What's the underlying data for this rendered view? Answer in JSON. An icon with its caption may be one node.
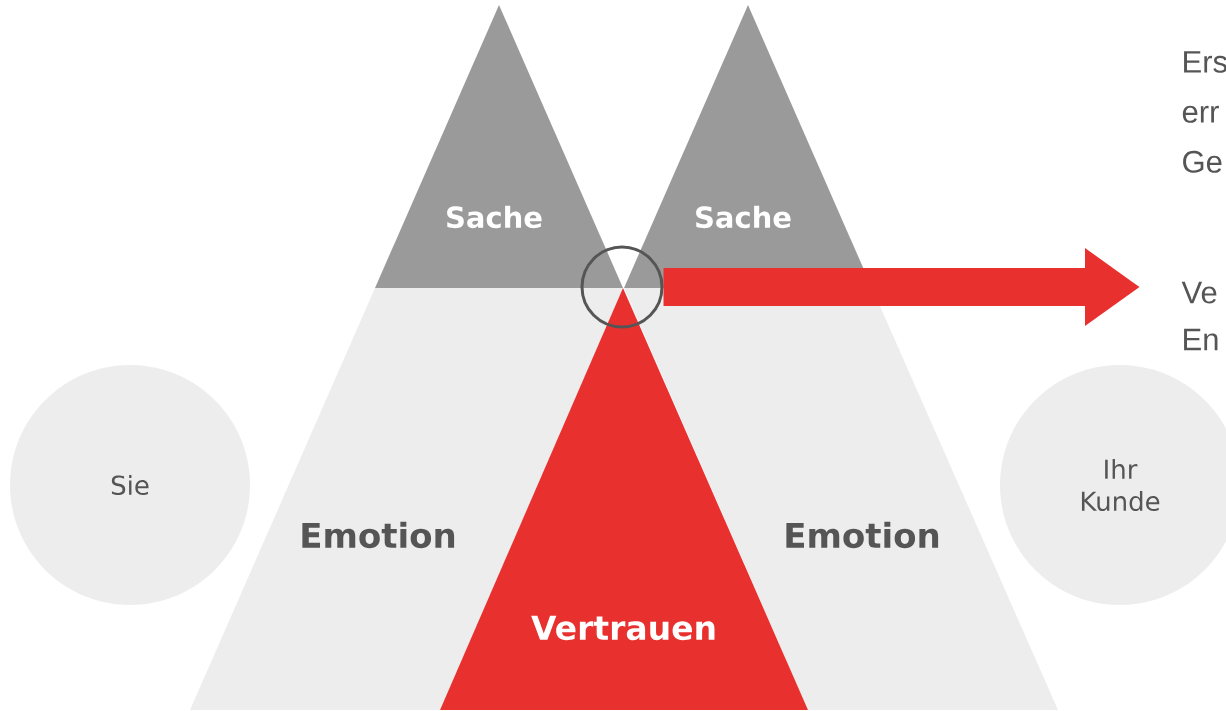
{
  "diagram": {
    "nodes": [
      {
        "text": [
          "Sache"
        ]
      },
      {
        "text": [
          "Sache"
        ]
      },
      {
        "text": [],
        "shape": "circle"
      },
      {
        "text": [
          "Ve En"
        ]
      },
      {
        "text": [
          "Sie"
        ]
      },
      {
        "text": [
          "Emotion"
        ]
      },
      {
        "text": [
          "Ihr Kunde"
        ]
      },
      {
        "text": [
          "Emotion"
        ]
      },
      {
        "text": [
          "Vertrauen"
        ]
      }
    ],
    "edges": [
      {
        "from": 2,
        "to": 3,
        "arrow": "to"
      }
    ],
    "labels": [
      "Ers err Ge"
    ]
  }
}
